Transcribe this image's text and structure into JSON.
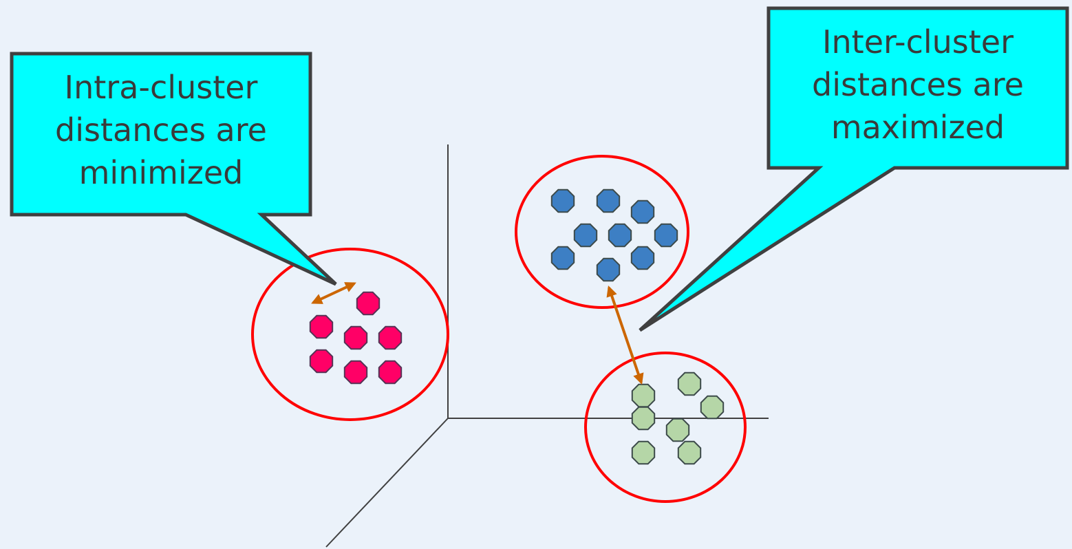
{
  "callouts": {
    "intra": {
      "line1": "Intra-cluster",
      "line2": "distances are",
      "line3": "minimized"
    },
    "inter": {
      "line1": "Inter-cluster",
      "line2": "distances are",
      "line3": "maximized"
    }
  },
  "colors": {
    "background": "#ebf2fa",
    "callout_fill": "#00ffff",
    "callout_border": "#404040",
    "cluster_ring": "#ff0000",
    "arrow": "#cc6600",
    "cluster_pink": "#ff0066",
    "cluster_blue": "#3d7fc4",
    "cluster_green": "#b5d6a7"
  },
  "clusters": [
    {
      "name": "pink",
      "points": 7
    },
    {
      "name": "blue",
      "points": 9
    },
    {
      "name": "green",
      "points": 7
    }
  ]
}
